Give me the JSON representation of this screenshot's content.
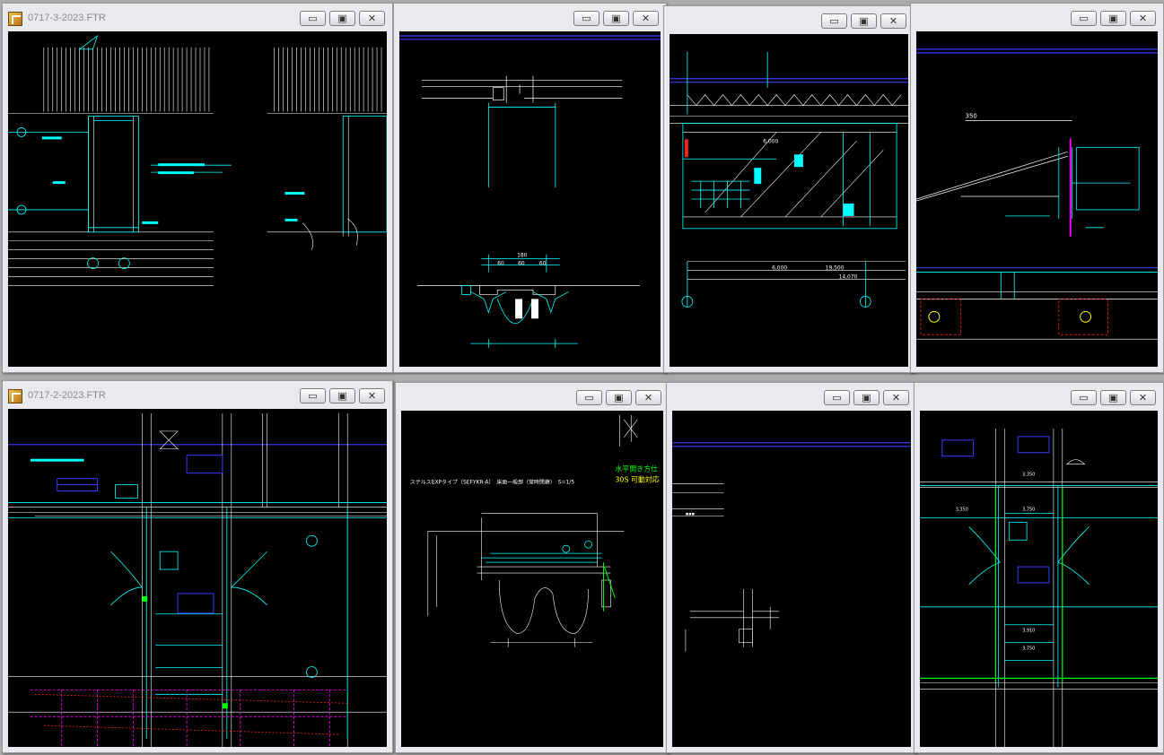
{
  "windows": [
    {
      "id": "w1",
      "title": "0717-3-2023.FTR",
      "has_icon": true
    },
    {
      "id": "w2",
      "title": "",
      "has_icon": false
    },
    {
      "id": "w3",
      "title": "",
      "has_icon": false
    },
    {
      "id": "w4",
      "title": "",
      "has_icon": false
    },
    {
      "id": "w5",
      "title": "0717-2-2023.FTR",
      "has_icon": true
    },
    {
      "id": "w6",
      "title": "",
      "has_icon": false
    },
    {
      "id": "w7",
      "title": "",
      "has_icon": false
    },
    {
      "id": "w8",
      "title": "",
      "has_icon": false
    }
  ],
  "controls": {
    "minimize": "▭",
    "maximize": "▣",
    "close": "✕"
  },
  "drawing_text": {
    "w2": {
      "dim_180": "180",
      "dim_a": "60",
      "dim_b": "60",
      "dim_c": "60"
    },
    "w3": {
      "dim_1": "6,000",
      "dim_2": "19,500",
      "dim_3": "14,070",
      "dim_4": "6,000"
    },
    "w4": {
      "dim_350": "350"
    },
    "w6": {
      "green_note": "水平開き方仕",
      "yellow_note": "30S 可動対応",
      "spec_line": "ステルスEXPタイプ（SEFYKR-A）　床面一般部（常時閉鎖）　S=1/5"
    },
    "w8": {
      "dim_a": "3,350",
      "dim_b": "3,350",
      "dim_c": "3,750",
      "dim_d": "3,910",
      "dim_e": "3,750"
    }
  },
  "colors": {
    "window_bg": "#e9eaee",
    "desktop": "#ababab",
    "canvas": "#000000",
    "cyan": "#00ffff",
    "green": "#00ff00",
    "blue": "#3a3aff",
    "white": "#ffffff",
    "red": "#ff2020",
    "magenta": "#ff00ff",
    "yellow": "#ffff00"
  }
}
